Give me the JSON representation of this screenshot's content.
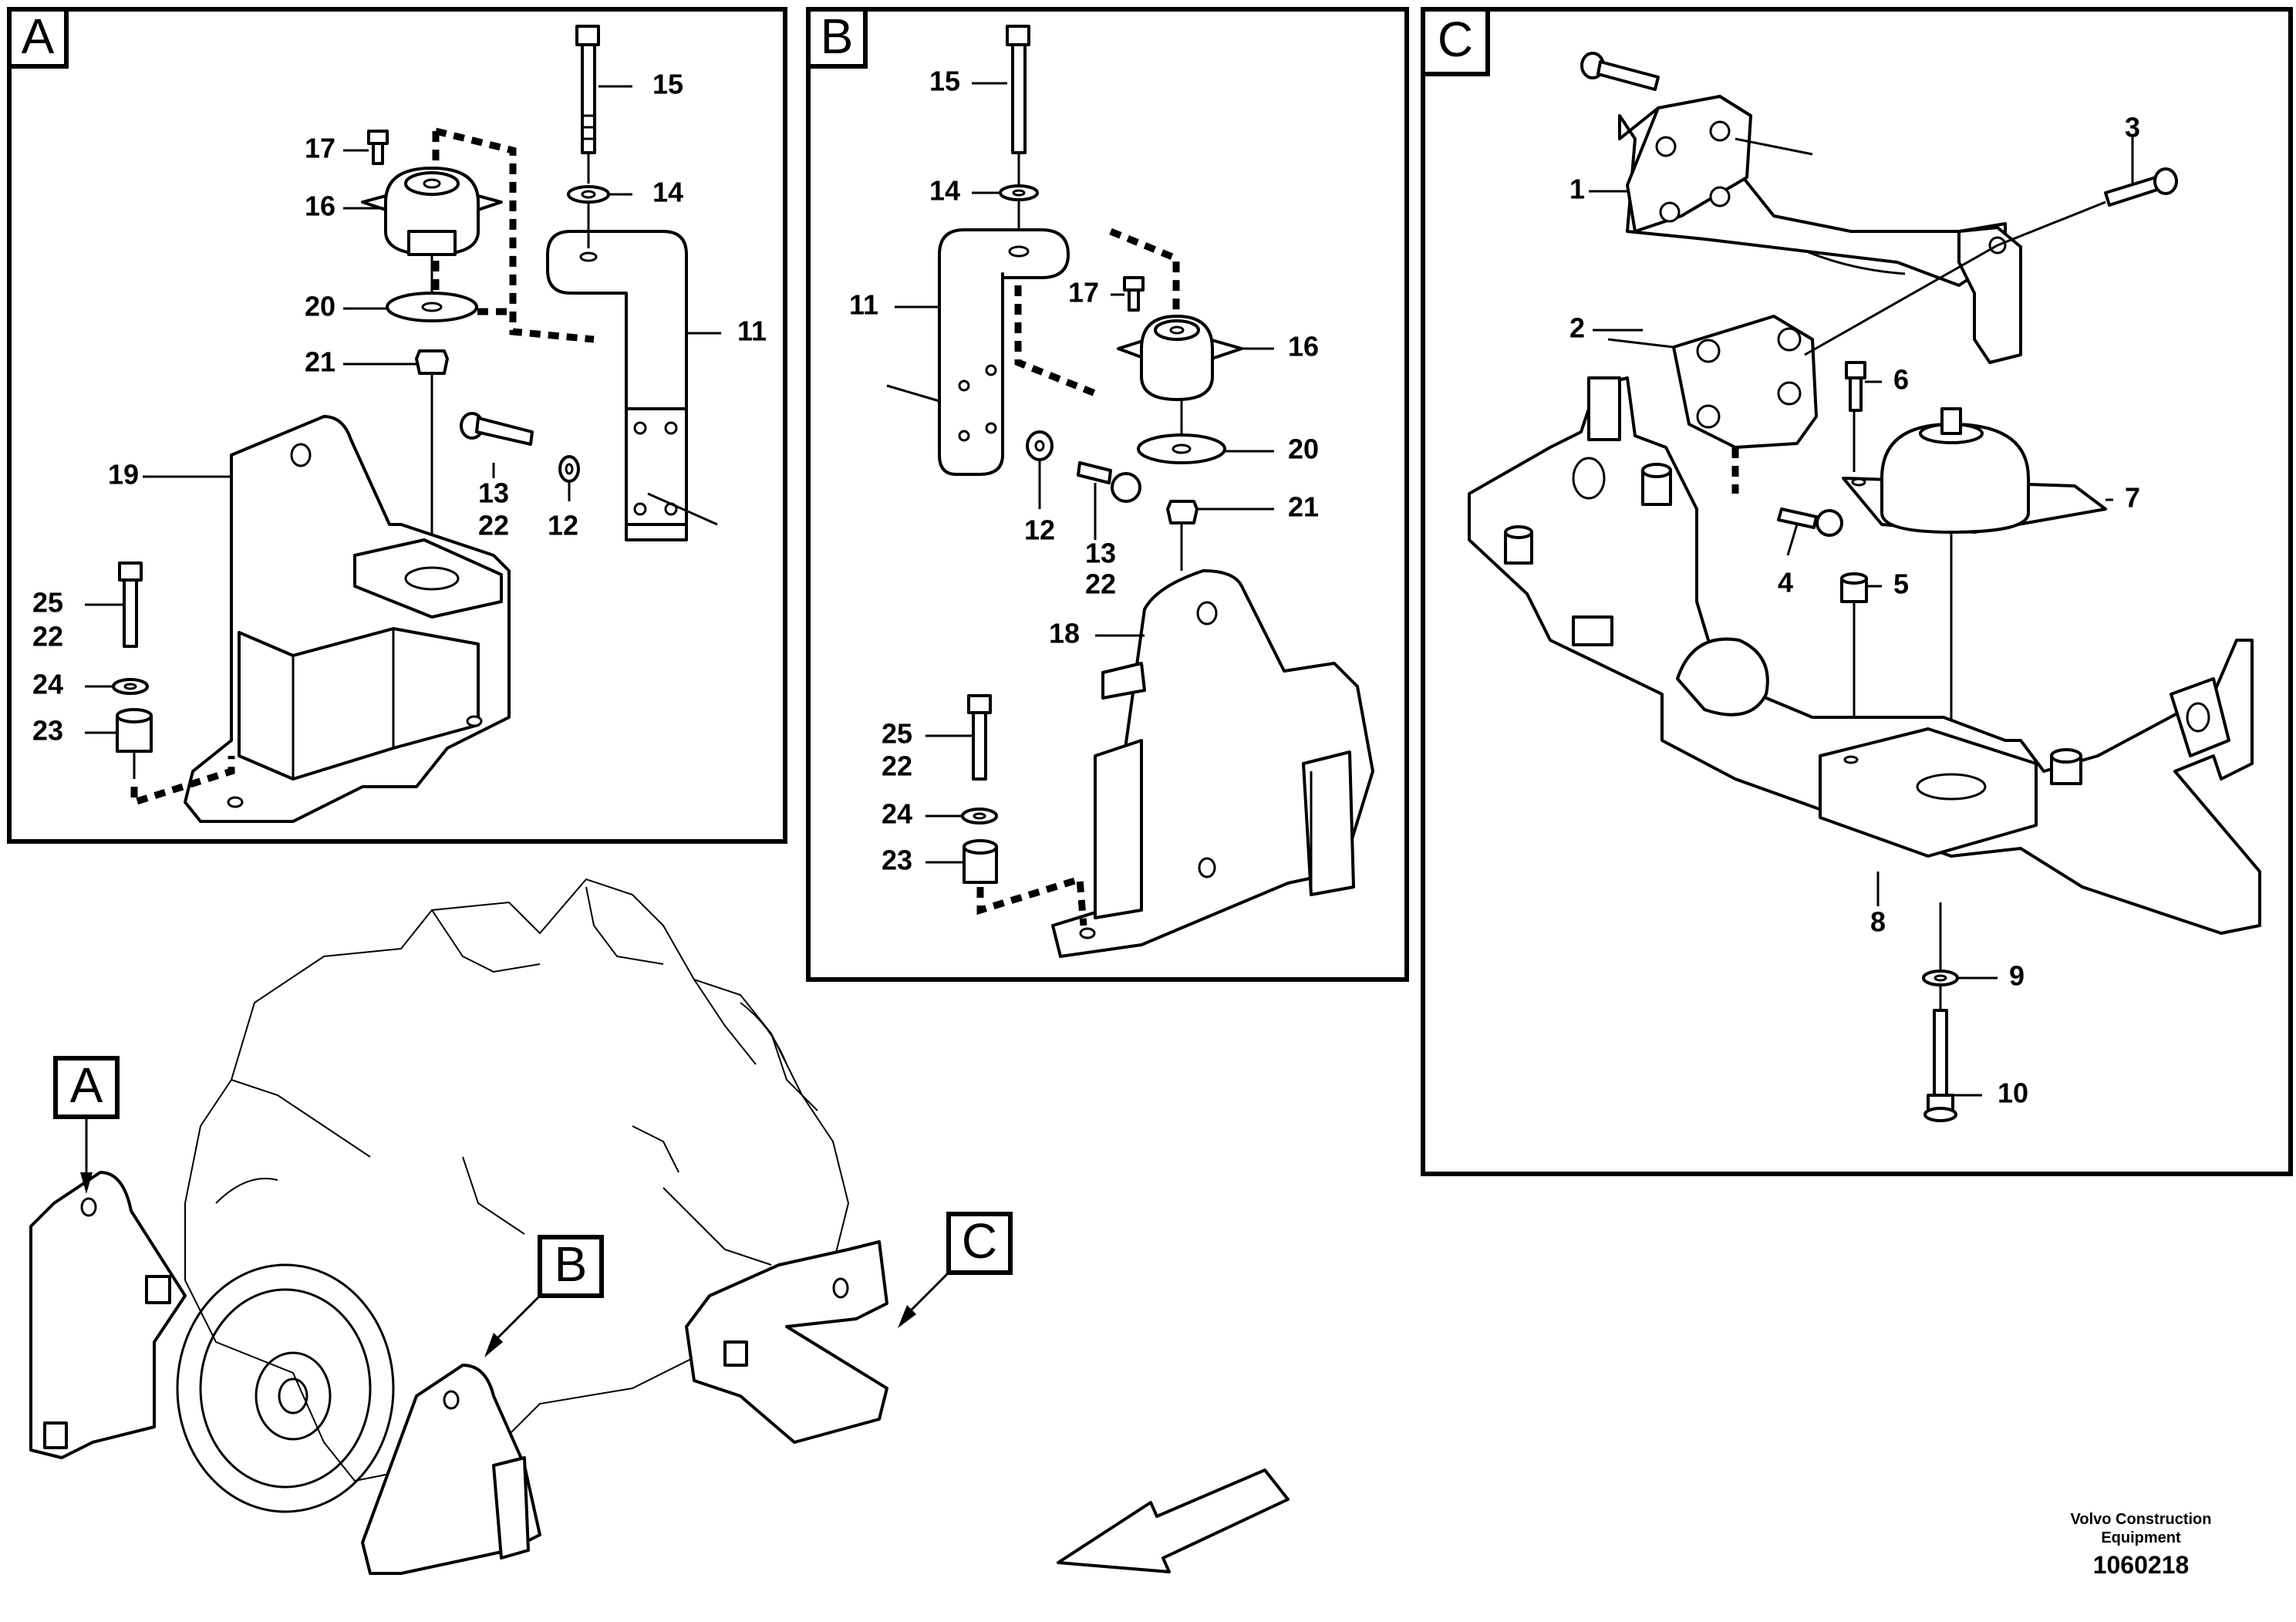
{
  "panels": {
    "A": {
      "letter": "A",
      "callouts": [
        "15",
        "14",
        "17",
        "16",
        "11",
        "20",
        "21",
        "19",
        "13",
        "22",
        "12",
        "25",
        "22",
        "24",
        "23"
      ]
    },
    "B": {
      "letter": "B",
      "callouts": [
        "15",
        "14",
        "11",
        "17",
        "16",
        "20",
        "21",
        "12",
        "13",
        "22",
        "18",
        "25",
        "22",
        "24",
        "23"
      ]
    },
    "C": {
      "letter": "C",
      "callouts": [
        "3",
        "1",
        "2",
        "6",
        "7",
        "4",
        "5",
        "8",
        "9",
        "10"
      ]
    }
  },
  "overview_flags": [
    "A",
    "B",
    "C"
  ],
  "credit": {
    "line1": "Volvo Construction",
    "line2": "Equipment",
    "reference": "1060218"
  },
  "icons": {
    "direction": "direction-arrow-icon"
  }
}
